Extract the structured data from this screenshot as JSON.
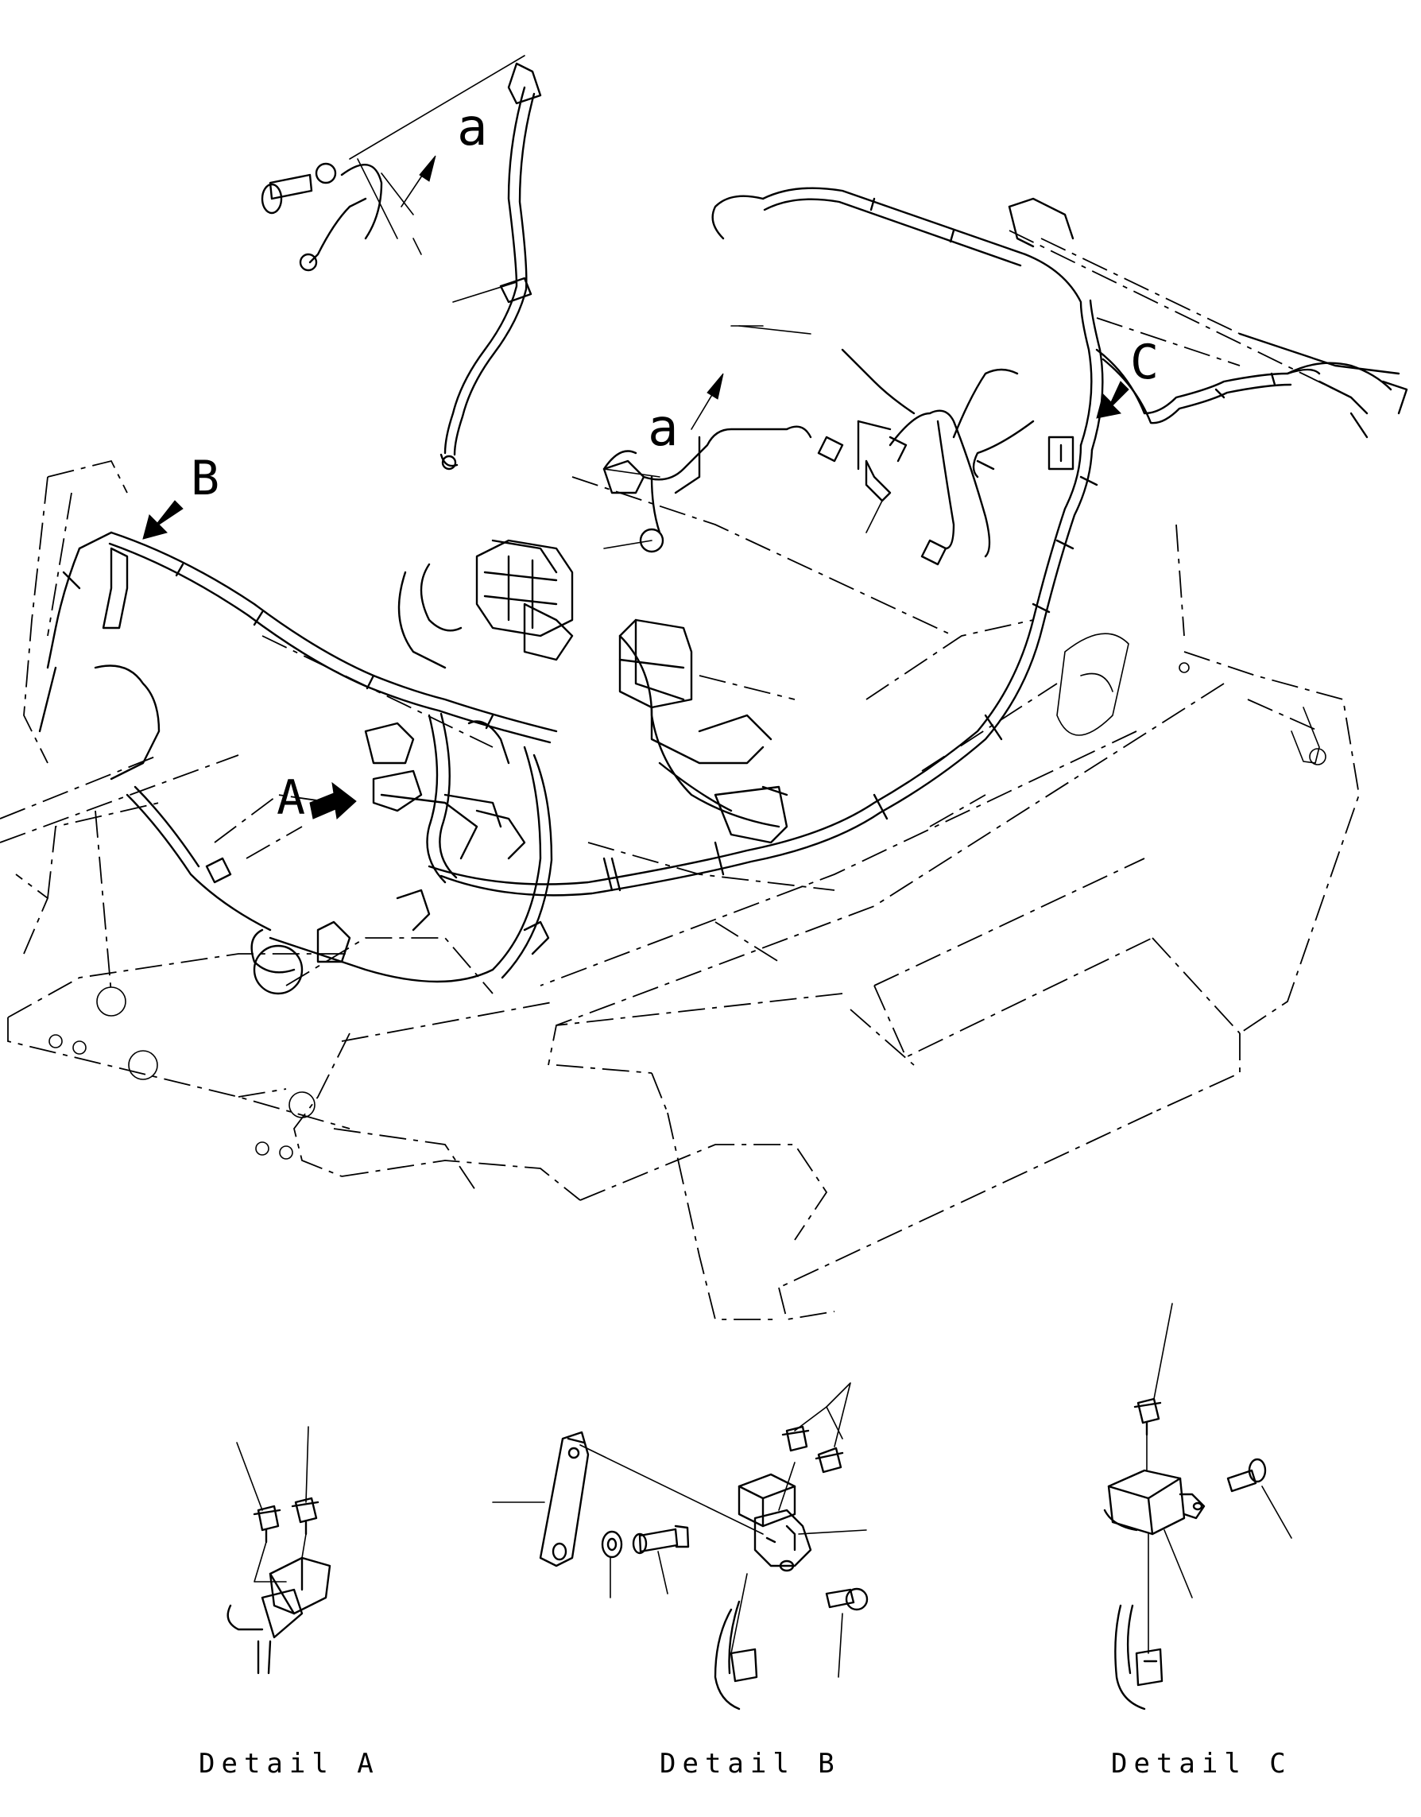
{
  "callout_labels": {
    "a_top": "a",
    "a_mid": "a",
    "A": "A",
    "B": "B",
    "C": "C"
  },
  "detail_captions": {
    "detail_a": "Detail A",
    "detail_b": "Detail B",
    "detail_c": "Detail C"
  },
  "colors": {
    "ink": "#000000",
    "paper": "#ffffff"
  },
  "icons": [
    "view-arrow-icon",
    "leader-arrow-icon"
  ]
}
